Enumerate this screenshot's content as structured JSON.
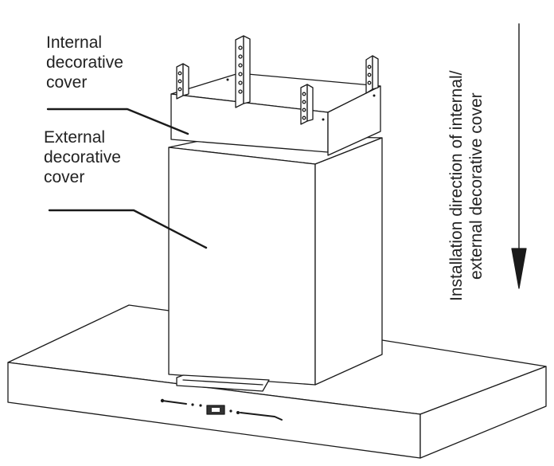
{
  "labels": {
    "internal_cover": {
      "line1": "Internal",
      "line2": "decorative",
      "line3": "cover"
    },
    "external_cover": {
      "line1": "External",
      "line2": "decorative",
      "line3": "cover"
    },
    "direction": {
      "line1": "Installation direction of internal/",
      "line2": "external decorative cover"
    }
  },
  "colors": {
    "stroke": "#1a1a1a",
    "text": "#222222",
    "background": "#ffffff"
  }
}
